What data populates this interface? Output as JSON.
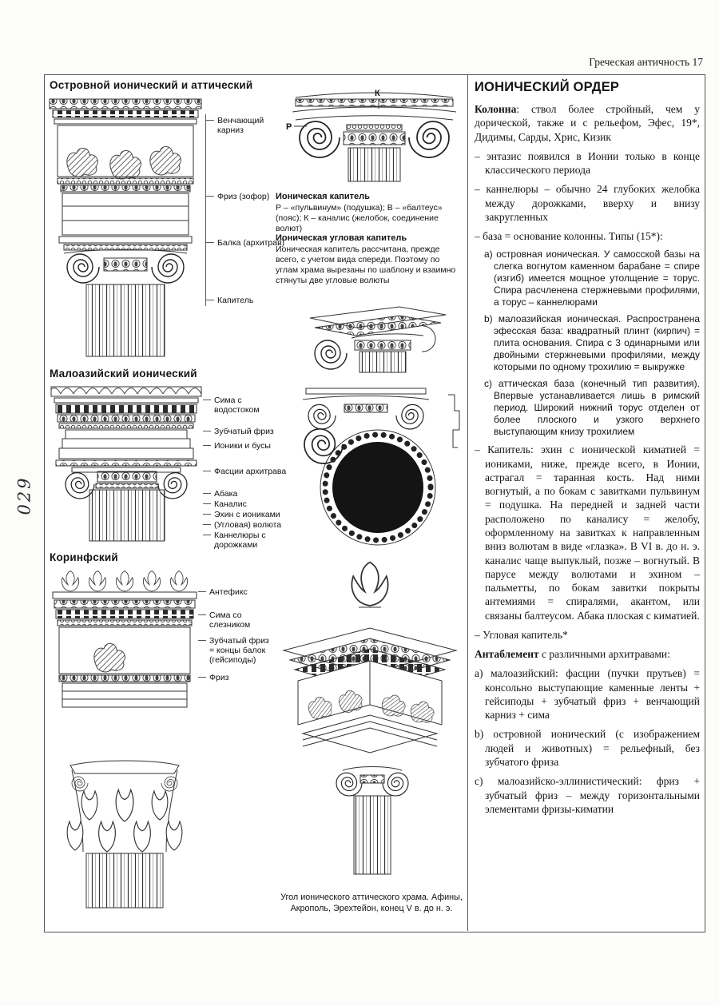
{
  "page": {
    "header": "Греческая античность  17",
    "margin_note": "029"
  },
  "left": {
    "heading1": "Островной ионический и аттический",
    "heading2": "Малоазийский ионический",
    "heading3": "Коринфский",
    "labels1": [
      "Венчающий карниз",
      "Фриз (зофор)",
      "Балка (архитрав)",
      "Капитель"
    ],
    "labels2": [
      "Сима с водостоком",
      "Зубчатый фриз",
      "Ионики и бусы",
      "Фасции архитрава",
      "Абака",
      "Каналис",
      "Эхин с иониками",
      "(Угловая) волюта",
      "Каннелюры с дорожками"
    ],
    "labels3": [
      "Антефикс",
      "Сима со слезником",
      "Зубчатый фриз = концы балок (гейсиподы)",
      "Фриз"
    ],
    "capital_note": {
      "heading": "Ионическая капитель",
      "body": "Р – «пульвинум» (подушка); В – «балтеус» (пояс); К – каналис (желобок, соединение волют)"
    },
    "corner_note": {
      "heading": "Ионическая угловая капитель",
      "body": "Ионическая капитель рассчитана, прежде всего, с учетом вида спереди. Поэтому по углам храма вырезаны по шаблону и взаимно стянуты две угловые волюты"
    },
    "drawing_labels": {
      "k": "К",
      "p": "Р"
    },
    "caption": "Угол ионического аттического храма. Афины, Акрополь, Эрехтейон, конец V в. до н. э."
  },
  "right": {
    "title": "ИОНИЧЕСКИЙ ОРДЕР",
    "paragraphs": [
      {
        "lead": "Колонна",
        "text": ": ствол более стройный, чем у дорической, также и с рельефом, Эфес, 19*, Дидимы, Сарды, Хрис, Кизик"
      },
      {
        "text": "–  энтазис появился в Ионии только в конце классического периода"
      },
      {
        "text": "–  каннелюры – обычно 24 глубоких желобка между дорожками, вверху и внизу закругленных"
      },
      {
        "text": "–  база = основание колонны. Типы (15*):"
      },
      {
        "text": "a) островная ионическая. У самосской базы на слегка вогнутом каменном барабане = спире (изгиб) имеется мощное утолщение = торус. Спира расчленена стержневыми профилями, а торус – каннелюрами"
      },
      {
        "text": "b) малоазийская ионическая. Распространена эфесская база: квадратный плинт (кирпич) = плита основания. Спира с 3 одинарными или двойными стержневыми профилями, между которыми по одному трохилию = выкружке"
      },
      {
        "text": "c) аттическая база (конечный тип развития). Впервые устанавливается лишь в римский период. Широкий нижний торус отделен от более плоского и узкого верхнего выступающим книзу трохилием"
      },
      {
        "text": "– Капитель: эхин с ионической киматией = иониками, ниже, прежде всего, в Ионии, астрагал = таранная кость. Над ними вогнутый, а по бокам с завитками пульвинум = подушка. На передней и задней части расположено по каналису = желобу, оформленному на завитках к направленным вниз волютам в виде «глазка». В VI в. до н. э. каналис чаще выпуклый, позже – вогнутый. В парусе между волютами и эхином – пальметты, по бокам завитки покрыты антемиями = спиралями, акантом, или связаны балтеусом. Абака плоская с киматией."
      },
      {
        "text": "– Угловая капитель*"
      },
      {
        "lead": "Антаблемент",
        "text": " с различными архитравами:"
      },
      {
        "text": "a) малоазийский: фасции (пучки прутьев) = консольно выступающие каменные ленты + гейсиподы + зубчатый фриз + венчающий карниз + сима"
      },
      {
        "text": "b) островной ионический (с изображением людей и животных) = рельефный, без зубчатого фриза"
      },
      {
        "text": "c) малоазийско-эллинистический: фриз + зубчатый фриз – между горизонтальными элементами фризы-киматии"
      }
    ]
  }
}
